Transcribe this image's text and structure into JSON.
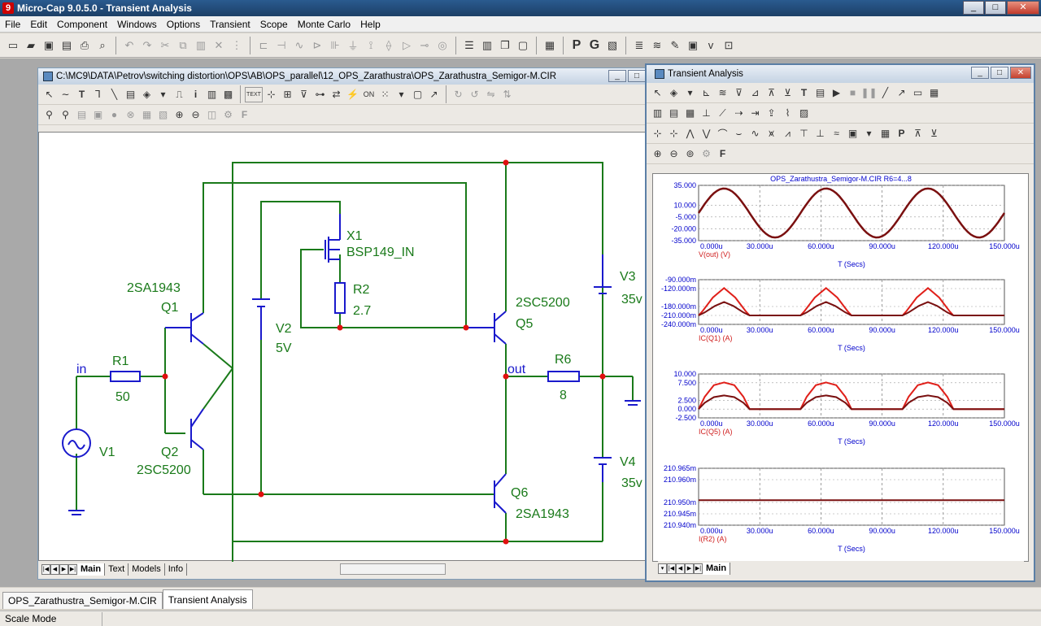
{
  "app": {
    "title": "Micro-Cap 9.0.5.0 - Transient Analysis",
    "window_min": "_",
    "window_max": "□",
    "window_close": "✕"
  },
  "menu": [
    "File",
    "Edit",
    "Component",
    "Windows",
    "Options",
    "Transient",
    "Scope",
    "Monte Carlo",
    "Help"
  ],
  "schematic": {
    "path": "C:\\MC9\\DATA\\Petrov\\switching distortion\\OPS\\AB\\OPS_parallel\\12_OPS_Zarathustra\\OPS_Zarathustra_Semigor-M.CIR",
    "labels": {
      "q1_model": "2SA1943",
      "q1": "Q1",
      "q2": "Q2",
      "q2_model": "2SC5200",
      "q5_model": "2SC5200",
      "q5": "Q5",
      "q6": "Q6",
      "q6_model": "2SA1943",
      "r1": "R1",
      "r1_val": "50",
      "r2": "R2",
      "r2_val": "2.7",
      "r6": "R6",
      "r6_val": "8",
      "x1": "X1",
      "x1_model": "BSP149_IN",
      "v1": "V1",
      "v2": "V2",
      "v2_val": "5V",
      "v3": "V3",
      "v3_val": "35v",
      "v4": "V4",
      "v4_val": "35v",
      "node_in": "in",
      "node_out": "out"
    },
    "tabs": [
      "Main",
      "Text",
      "Models",
      "Info"
    ],
    "text_btn": "TEXT"
  },
  "analysis": {
    "title": "Transient Analysis",
    "plot_title": "OPS_Zarathustra_Semigor-M.CIR R6=4...8",
    "main_tab": "Main",
    "colors": {
      "series_a": "#e0201a",
      "series_b": "#7a1010",
      "axis": "#0000cc"
    }
  },
  "chart_data": [
    {
      "type": "line",
      "ylabel": "V(out) (V)",
      "xlabel": "T (Secs)",
      "x_ticks": [
        "0.000u",
        "30.000u",
        "60.000u",
        "90.000u",
        "120.000u",
        "150.000u"
      ],
      "y_ticks": [
        "35.000",
        "10.000",
        "-5.000",
        "-20.000",
        "-35.000"
      ],
      "xlim": [
        0,
        150
      ],
      "ylim": [
        -35,
        35
      ],
      "series": [
        {
          "points": [
            [
              0,
              0
            ],
            [
              6,
              22
            ],
            [
              12.5,
              31
            ],
            [
              19,
              22
            ],
            [
              25,
              0
            ],
            [
              31,
              -22
            ],
            [
              37.5,
              -31
            ],
            [
              44,
              -22
            ],
            [
              50,
              0
            ],
            [
              56,
              22
            ],
            [
              62.5,
              31
            ],
            [
              69,
              22
            ],
            [
              75,
              0
            ],
            [
              81,
              -22
            ],
            [
              87.5,
              -31
            ],
            [
              94,
              -22
            ],
            [
              100,
              0
            ],
            [
              106,
              22
            ],
            [
              112.5,
              31
            ],
            [
              119,
              22
            ],
            [
              125,
              0
            ],
            [
              131,
              -22
            ],
            [
              137.5,
              -31
            ],
            [
              144,
              -22
            ],
            [
              150,
              0
            ]
          ]
        }
      ]
    },
    {
      "type": "line",
      "ylabel": "IC(Q1) (A)",
      "xlabel": "T (Secs)",
      "x_ticks": [
        "0.000u",
        "30.000u",
        "60.000u",
        "90.000u",
        "120.000u",
        "150.000u"
      ],
      "y_ticks": [
        "-90.000m",
        "-120.000m",
        "-180.000m",
        "-210.000m",
        "-240.000m"
      ],
      "xlim": [
        0,
        150
      ],
      "ylim": [
        -240,
        -90
      ],
      "series": [
        {
          "points": [
            [
              0,
              -210
            ],
            [
              2,
              -195
            ],
            [
              7,
              -150
            ],
            [
              12.5,
              -118
            ],
            [
              18,
              -150
            ],
            [
              23,
              -195
            ],
            [
              25,
              -210
            ],
            [
              50,
              -210
            ],
            [
              52,
              -195
            ],
            [
              57,
              -150
            ],
            [
              62.5,
              -118
            ],
            [
              68,
              -150
            ],
            [
              73,
              -195
            ],
            [
              75,
              -210
            ],
            [
              100,
              -210
            ],
            [
              102,
              -195
            ],
            [
              107,
              -150
            ],
            [
              112.5,
              -118
            ],
            [
              118,
              -150
            ],
            [
              123,
              -195
            ],
            [
              125,
              -210
            ],
            [
              150,
              -210
            ]
          ]
        },
        {
          "points": [
            [
              0,
              -210
            ],
            [
              3,
              -200
            ],
            [
              8,
              -178
            ],
            [
              12.5,
              -165
            ],
            [
              17,
              -178
            ],
            [
              22,
              -200
            ],
            [
              25,
              -210
            ],
            [
              50,
              -210
            ],
            [
              53,
              -200
            ],
            [
              58,
              -178
            ],
            [
              62.5,
              -165
            ],
            [
              67,
              -178
            ],
            [
              72,
              -200
            ],
            [
              75,
              -210
            ],
            [
              100,
              -210
            ],
            [
              103,
              -200
            ],
            [
              108,
              -178
            ],
            [
              112.5,
              -165
            ],
            [
              117,
              -178
            ],
            [
              122,
              -200
            ],
            [
              125,
              -210
            ],
            [
              150,
              -210
            ]
          ]
        }
      ]
    },
    {
      "type": "line",
      "ylabel": "IC(Q5) (A)",
      "xlabel": "T (Secs)",
      "x_ticks": [
        "0.000u",
        "30.000u",
        "60.000u",
        "90.000u",
        "120.000u",
        "150.000u"
      ],
      "y_ticks": [
        "10.000",
        "7.500",
        "2.500",
        "0.000",
        "-2.500"
      ],
      "xlim": [
        0,
        150
      ],
      "ylim": [
        -2.5,
        10
      ],
      "series": [
        {
          "points": [
            [
              0,
              0
            ],
            [
              3,
              3.5
            ],
            [
              7.5,
              6.8
            ],
            [
              12.5,
              7.6
            ],
            [
              17.5,
              6.8
            ],
            [
              22,
              3.5
            ],
            [
              25,
              0
            ],
            [
              50,
              0
            ],
            [
              53,
              3.5
            ],
            [
              57.5,
              6.8
            ],
            [
              62.5,
              7.6
            ],
            [
              67.5,
              6.8
            ],
            [
              72,
              3.5
            ],
            [
              75,
              0
            ],
            [
              100,
              0
            ],
            [
              103,
              3.5
            ],
            [
              107.5,
              6.8
            ],
            [
              112.5,
              7.6
            ],
            [
              117.5,
              6.8
            ],
            [
              122,
              3.5
            ],
            [
              125,
              0
            ],
            [
              150,
              0
            ]
          ]
        },
        {
          "points": [
            [
              0,
              0
            ],
            [
              3,
              1.8
            ],
            [
              7.5,
              3.4
            ],
            [
              12.5,
              3.9
            ],
            [
              17.5,
              3.4
            ],
            [
              22,
              1.8
            ],
            [
              25,
              0
            ],
            [
              50,
              0
            ],
            [
              53,
              1.8
            ],
            [
              57.5,
              3.4
            ],
            [
              62.5,
              3.9
            ],
            [
              67.5,
              3.4
            ],
            [
              72,
              1.8
            ],
            [
              75,
              0
            ],
            [
              100,
              0
            ],
            [
              103,
              1.8
            ],
            [
              107.5,
              3.4
            ],
            [
              112.5,
              3.9
            ],
            [
              117.5,
              3.4
            ],
            [
              122,
              1.8
            ],
            [
              125,
              0
            ],
            [
              150,
              0
            ]
          ]
        }
      ]
    },
    {
      "type": "line",
      "ylabel": "I(R2) (A)",
      "xlabel": "T (Secs)",
      "x_ticks": [
        "0.000u",
        "30.000u",
        "60.000u",
        "90.000u",
        "120.000u",
        "150.000u"
      ],
      "y_ticks": [
        "210.965m",
        "210.960m",
        "210.950m",
        "210.945m",
        "210.940m"
      ],
      "xlim": [
        0,
        150
      ],
      "ylim": [
        210.94,
        210.965
      ],
      "series": [
        {
          "points": [
            [
              0,
              210.951
            ],
            [
              150,
              210.951
            ]
          ]
        }
      ]
    }
  ],
  "doc_tabs": [
    "OPS_Zarathustra_Semigor-M.CIR",
    "Transient Analysis"
  ],
  "status": "Scale Mode"
}
